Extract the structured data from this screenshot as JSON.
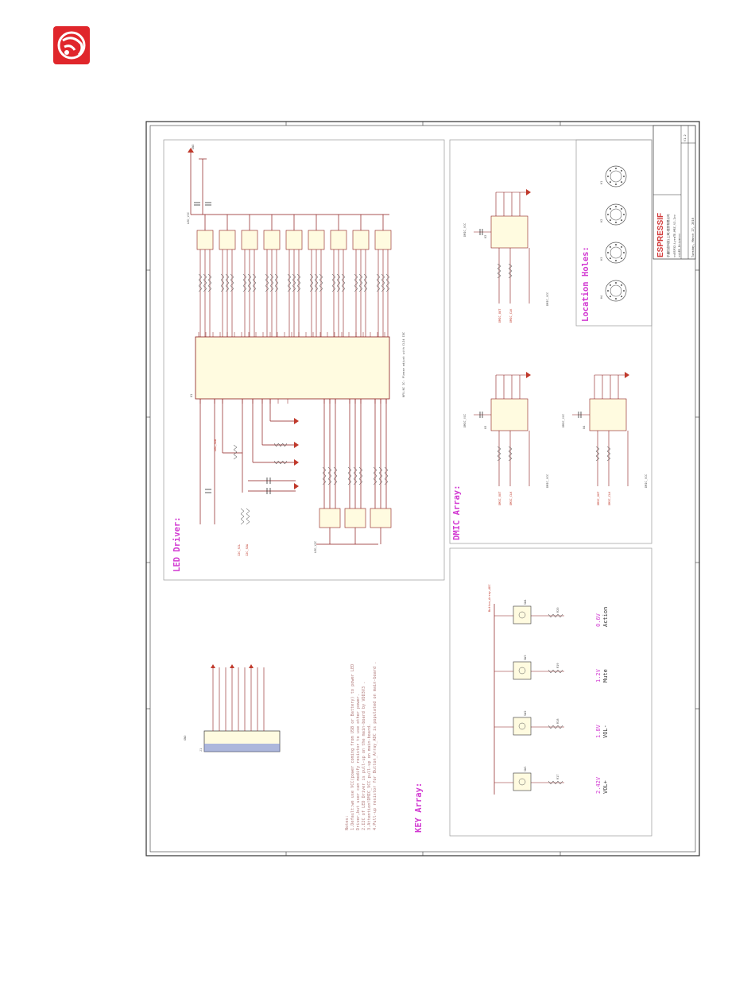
{
  "brand": {
    "logo_color": "#e0262b"
  },
  "sections": {
    "led_driver": "LED Driver:",
    "dmic_array": "DMIC Array:",
    "key_array": "KEY Array:",
    "location_holes": "Location Holes:"
  },
  "notes": [
    "Notes:",
    "1.Default:we use VCC(power coming from USB or Battery) to power LED",
    "Driver,but user can modify resistor to use other power.",
    "2.I2C of LED Driver is pull-up on the main-board by VDD3V3 .",
    "3.Attention!DMIC_VCC pull-up on main-board.",
    "4.Pull-up resistor for Button_Array_ADC is populated on main-board ."
  ],
  "keys": [
    {
      "voltage": "2.42V",
      "name": "VOL+",
      "ref": "SW1",
      "res": "R17"
    },
    {
      "voltage": "1.8V",
      "name": "VOL-",
      "ref": "SW2",
      "res": "R18"
    },
    {
      "voltage": "1.2V",
      "name": "Mute",
      "ref": "SW3",
      "res": "R19"
    },
    {
      "voltage": "0.6V",
      "name": "Action",
      "ref": "SW4",
      "res": "R20"
    }
  ],
  "net_labels": {
    "gnd": "GND",
    "led_vcc": "LED_VCC",
    "dmic_vcc": "DMIC_VCC",
    "button_adc": "Button_Array_ADC"
  },
  "chips": {
    "led_ic": "U1",
    "led_ic_note": "NFU-NC IC: Please adjust with CLI4 IOC",
    "dmic1": "U2",
    "dmic2": "U3",
    "dmic3": "U4",
    "connector": "J1"
  },
  "holes": [
    "H1",
    "H2",
    "H3",
    "H4"
  ],
  "title_block": {
    "company": "ESPRESSIF",
    "company_cn": "乐鑫信息科技(上海)股份有限公司",
    "title": "<<ESP32-LyraTD-MSC_V1.2>>",
    "sheet": "<<LED_Driver>>",
    "rev": "V1.2",
    "date": "Tuesday, March 27, 2018"
  }
}
